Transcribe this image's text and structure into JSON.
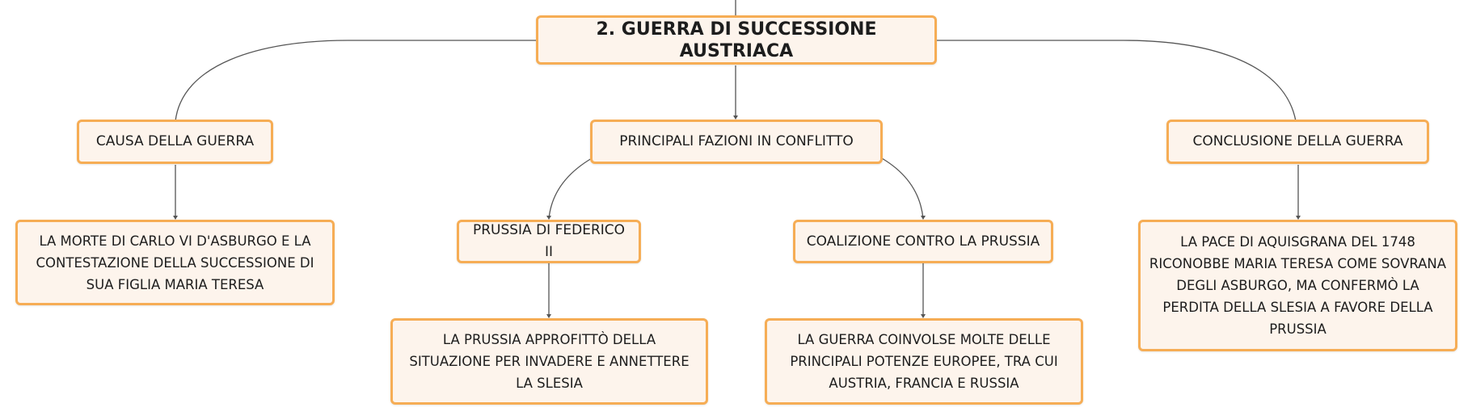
{
  "root": {
    "label": "2. GUERRA DI SUCCESSIONE AUSTRIACA"
  },
  "branches": {
    "cause": {
      "label": "CAUSA DELLA GUERRA",
      "detail": "LA MORTE DI CARLO VI D'ASBURGO E LA CONTESTAZIONE DELLA SUCCESSIONE DI SUA FIGLIA MARIA TERESA"
    },
    "factions": {
      "label": "PRINCIPALI FAZIONI IN CONFLITTO",
      "prussia": {
        "label": "PRUSSIA DI FEDERICO II",
        "detail": "LA PRUSSIA APPROFITTÒ DELLA SITUAZIONE PER INVADERE E ANNETTERE LA SLESIA"
      },
      "coalition": {
        "label": "COALIZIONE CONTRO LA PRUSSIA",
        "detail": "LA GUERRA COINVOLSE MOLTE DELLE PRINCIPALI POTENZE EUROPEE, TRA CUI AUSTRIA, FRANCIA E RUSSIA"
      }
    },
    "conclusion": {
      "label": "CONCLUSIONE DELLA GUERRA",
      "detail": "LA PACE DI AQUISGRANA DEL 1748 RICONOBBE MARIA TERESA COME SOVRANA DEGLI ASBURGO, MA CONFERMÒ LA PERDITA DELLA SLESIA A FAVORE DELLA PRUSSIA"
    }
  },
  "colors": {
    "node_fill": "#fdf4ec",
    "node_border": "#f6ad55",
    "connector": "#555555",
    "text": "#1d1d1d"
  }
}
